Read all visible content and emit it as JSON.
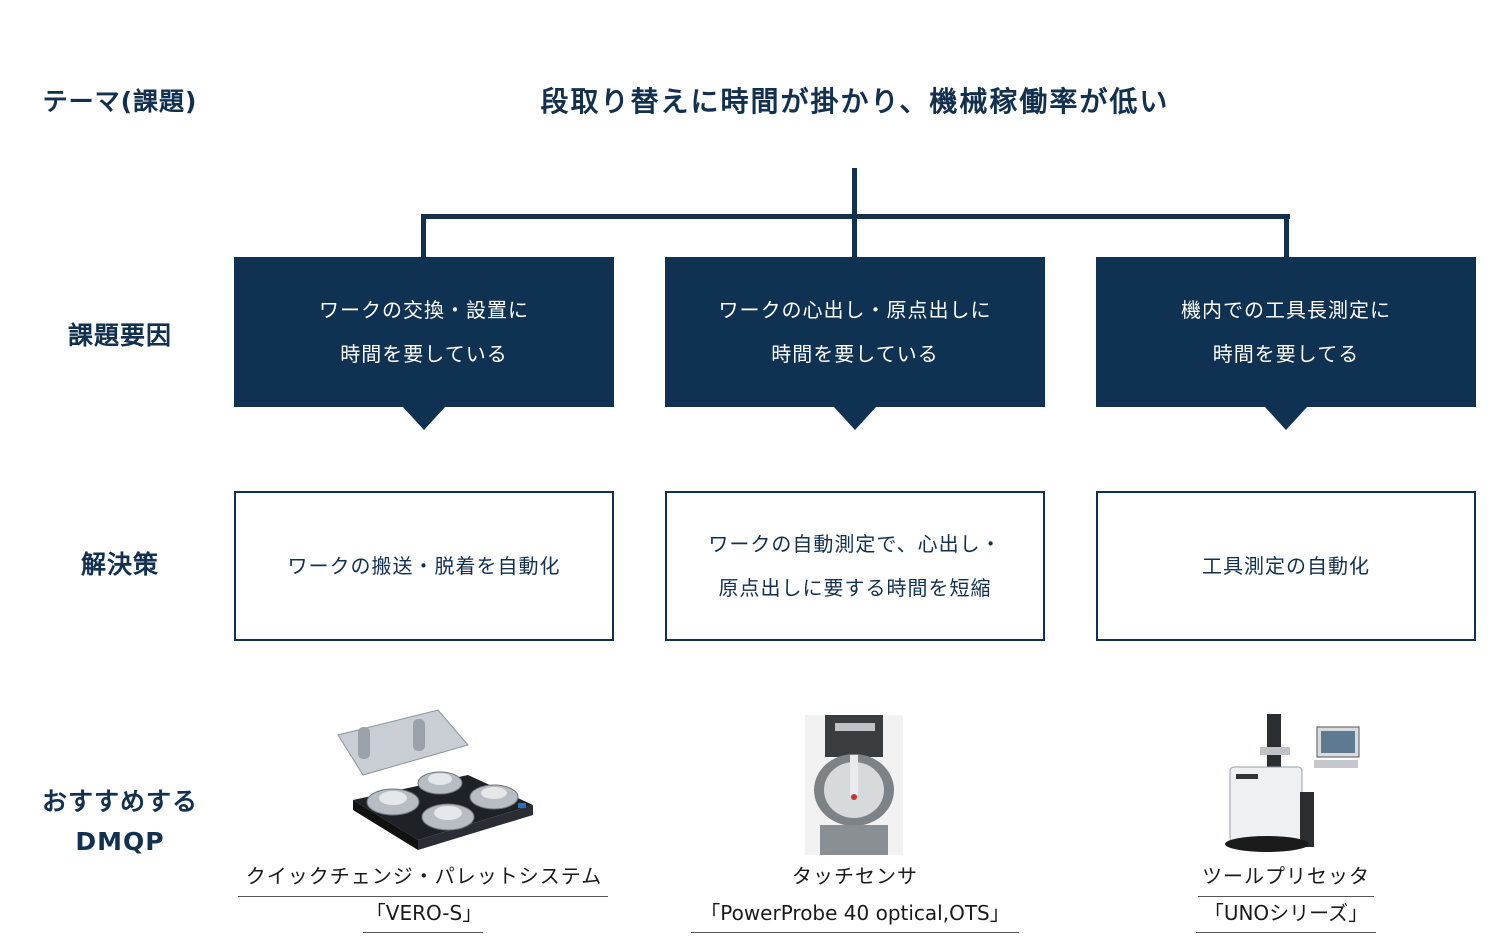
{
  "labels": {
    "theme": "テーマ(課題)",
    "causes": "課題要因",
    "solutions": "解決策",
    "dmqp_line1": "おすすめする",
    "dmqp_line2": "DMQP"
  },
  "theme_text": "段取り替えに時間が掛かり、機械稼働率が低い",
  "causes": [
    {
      "text": "ワークの交換・設置に\n時間を要している"
    },
    {
      "text": "ワークの心出し・原点出しに\n時間を要している"
    },
    {
      "text": "機内での工具長測定に\n時間を要してる"
    }
  ],
  "solutions": [
    {
      "text": "ワークの搬送・脱着を自動化"
    },
    {
      "text": "ワークの自動測定で、心出し・\n原点出しに要する時間を短縮"
    },
    {
      "text": "工具測定の自動化"
    }
  ],
  "products": [
    {
      "name": "クイックチェンジ・パレットシステム",
      "model": "「VERO-S」",
      "image": "pallet-system-image"
    },
    {
      "name": "タッチセンサ",
      "model": "「PowerProbe 40 optical,OTS」",
      "image": "touch-sensor-image"
    },
    {
      "name": "ツールプリセッタ",
      "model": "「UNOシリーズ」",
      "image": "tool-presetter-image"
    }
  ],
  "colors": {
    "navy": "#0f3152",
    "text": "#12304f"
  }
}
